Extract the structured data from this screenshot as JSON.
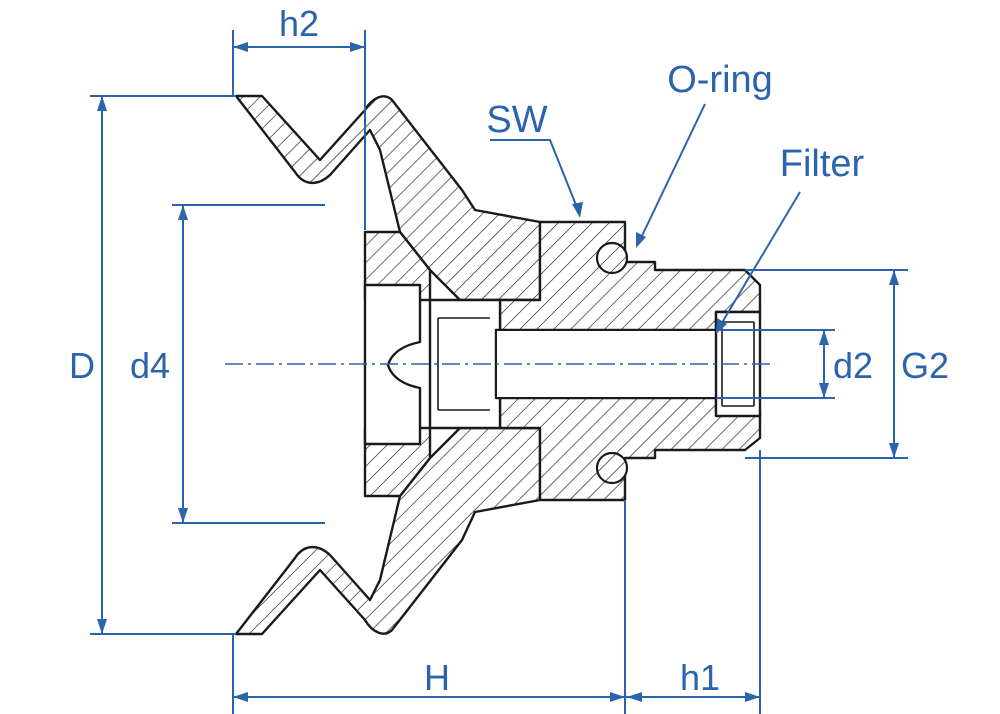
{
  "dimensions": {
    "h2": "h2",
    "D": "D",
    "d4": "d4",
    "H": "H",
    "h1": "h1",
    "d2": "d2",
    "G2": "G2"
  },
  "callouts": {
    "sw": "SW",
    "oring": "O-ring",
    "filter": "Filter"
  },
  "colors": {
    "dimension_blue": "#2b63ad",
    "outline": "#1a1a1a"
  }
}
